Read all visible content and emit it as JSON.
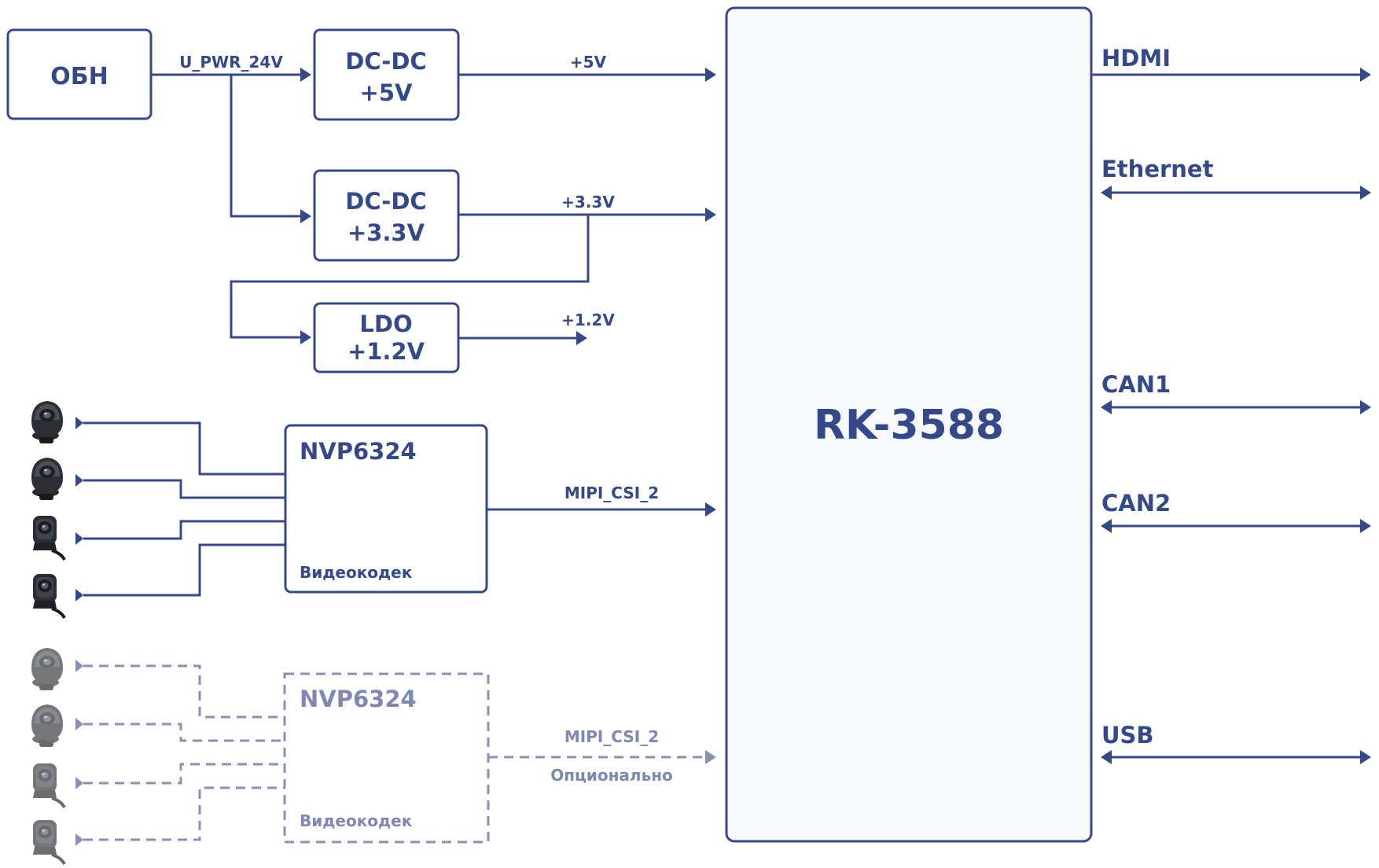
{
  "colors": {
    "primary": "#35498a",
    "optional": "#8791b6",
    "soc_fill": "#f7f9fd"
  },
  "blocks": {
    "obn": "ОБН",
    "dcdc5_l1": "DC-DC",
    "dcdc5_l2": "+5V",
    "dcdc33_l1": "DC-DC",
    "dcdc33_l2": "+3.3V",
    "ldo_l1": "LDO",
    "ldo_l2": "+1.2V",
    "nvp1_title": "NVP6324",
    "nvp1_sub": "Видеокодек",
    "nvp2_title": "NVP6324",
    "nvp2_sub": "Видеокодек",
    "soc": "RK-3588"
  },
  "signals": {
    "u_pwr": "U_PWR_24V",
    "v5": "+5V",
    "v33": "+3.3V",
    "v12": "+1.2V",
    "mipi1": "MIPI_CSI_2",
    "mipi2": "MIPI_CSI_2",
    "optional": "Опционально"
  },
  "interfaces": {
    "hdmi": "HDMI",
    "ethernet": "Ethernet",
    "can1": "CAN1",
    "can2": "CAN2",
    "usb": "USB"
  },
  "cameras": [
    "camera-icon",
    "camera-icon",
    "camera-icon",
    "camera-icon",
    "camera-icon",
    "camera-icon",
    "camera-icon",
    "camera-icon"
  ]
}
